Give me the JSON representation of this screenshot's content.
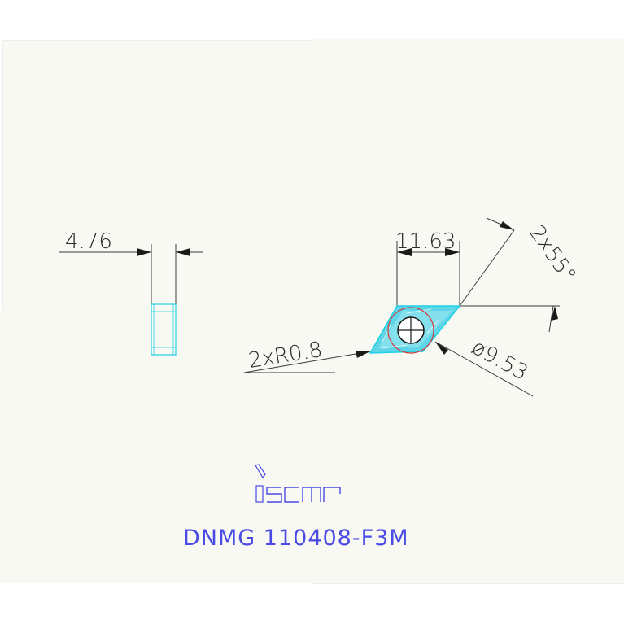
{
  "drawing": {
    "thickness_label": "4.76",
    "inscribed_length_label": "11.63",
    "angle_label": "2x55°",
    "radius_label": "2xR0.8",
    "diameter_label": "ø9.53"
  },
  "branding": {
    "logo_text": "iscar",
    "part_number": "DNMG 110408-F3M"
  },
  "colors": {
    "background": "#f8f9f2",
    "insert_fill": "#5fd6e8",
    "insert_outline": "#1fd1e6",
    "dimension_lines": "#3a3a3a",
    "circle_red": "#d23b3b",
    "part_text": "#4a4ae6"
  }
}
